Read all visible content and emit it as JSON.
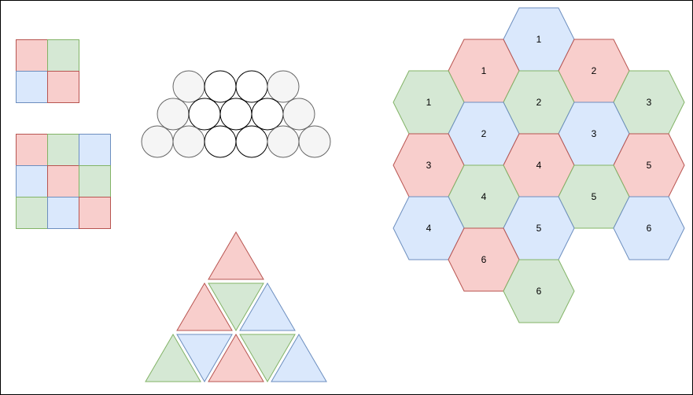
{
  "colors": {
    "red_fill": "#f8cecc",
    "red_stroke": "#b85450",
    "green_fill": "#d5e8d4",
    "green_stroke": "#82b366",
    "blue_fill": "#dae8fc",
    "blue_stroke": "#6c8ebf",
    "grey_fill": "#f5f5f5",
    "grey_stroke": "#666666",
    "white_fill": "#ffffff",
    "black_stroke": "#000000"
  },
  "grid_2x2": {
    "cells": [
      [
        "red",
        "green"
      ],
      [
        "blue",
        "red"
      ]
    ]
  },
  "grid_3x3": {
    "cells": [
      [
        "red",
        "green",
        "blue"
      ],
      [
        "blue",
        "red",
        "green"
      ],
      [
        "green",
        "blue",
        "red"
      ]
    ]
  },
  "circle_stack": {
    "rows": [
      [
        "grey",
        "white",
        "white",
        "grey"
      ],
      [
        "grey",
        "white",
        "white",
        "white",
        "grey"
      ],
      [
        "grey",
        "grey",
        "white",
        "white",
        "grey",
        "grey"
      ]
    ]
  },
  "triangle_pyramid": {
    "rows": [
      [
        {
          "color": "red",
          "dir": "up"
        }
      ],
      [
        {
          "color": "red",
          "dir": "up"
        },
        {
          "color": "green",
          "dir": "down"
        },
        {
          "color": "blue",
          "dir": "up"
        }
      ],
      [
        {
          "color": "green",
          "dir": "up"
        },
        {
          "color": "blue",
          "dir": "down"
        },
        {
          "color": "red",
          "dir": "up"
        },
        {
          "color": "green",
          "dir": "down"
        },
        {
          "color": "blue",
          "dir": "up"
        }
      ]
    ]
  },
  "hex_grid": {
    "hexes": [
      {
        "col": 3,
        "row": 0,
        "color": "blue",
        "label": "1"
      },
      {
        "col": 2,
        "row": 1,
        "color": "red",
        "label": "1"
      },
      {
        "col": 4,
        "row": 1,
        "color": "red",
        "label": "2"
      },
      {
        "col": 1,
        "row": 2,
        "color": "green",
        "label": "1"
      },
      {
        "col": 3,
        "row": 2,
        "color": "green",
        "label": "2"
      },
      {
        "col": 5,
        "row": 2,
        "color": "green",
        "label": "3"
      },
      {
        "col": 2,
        "row": 3,
        "color": "blue",
        "label": "2"
      },
      {
        "col": 4,
        "row": 3,
        "color": "blue",
        "label": "3"
      },
      {
        "col": 1,
        "row": 4,
        "color": "red",
        "label": "3"
      },
      {
        "col": 3,
        "row": 4,
        "color": "red",
        "label": "4"
      },
      {
        "col": 5,
        "row": 4,
        "color": "red",
        "label": "5"
      },
      {
        "col": 2,
        "row": 5,
        "color": "green",
        "label": "4"
      },
      {
        "col": 4,
        "row": 5,
        "color": "green",
        "label": "5"
      },
      {
        "col": 1,
        "row": 6,
        "color": "blue",
        "label": "4"
      },
      {
        "col": 3,
        "row": 6,
        "color": "blue",
        "label": "5"
      },
      {
        "col": 5,
        "row": 6,
        "color": "blue",
        "label": "6"
      },
      {
        "col": 2,
        "row": 7,
        "color": "red",
        "label": "6"
      },
      {
        "col": 3,
        "row": 8,
        "color": "green",
        "label": "6"
      }
    ]
  }
}
